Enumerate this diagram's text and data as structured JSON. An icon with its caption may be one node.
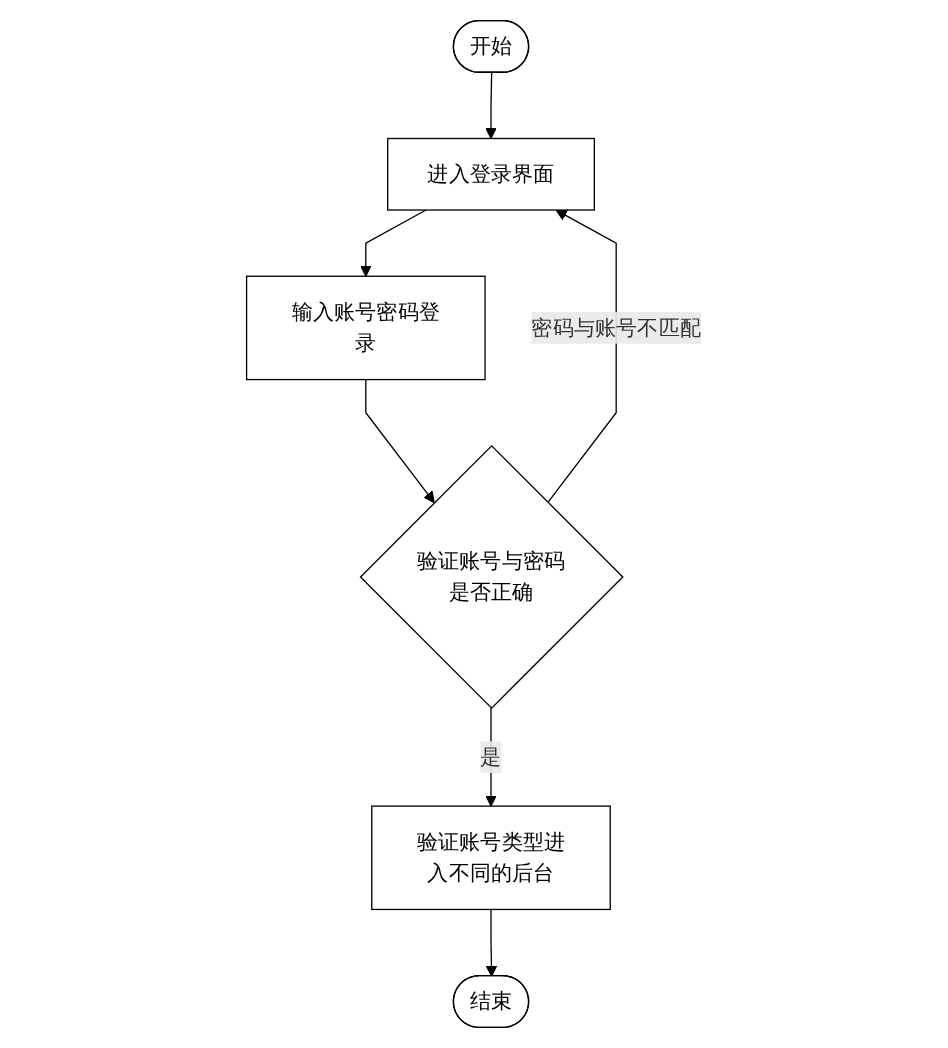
{
  "diagram": {
    "nodes": [
      {
        "text": [
          "开始"
        ]
      },
      {
        "text": [
          "进入登录界面"
        ]
      },
      {
        "text": [
          "输入账号密码登录"
        ]
      },
      {
        "text": [
          "验证账号与密码是否正确"
        ]
      },
      {
        "text": [
          "验证账号类型进入不同的后台"
        ]
      },
      {
        "text": [
          "结束"
        ]
      }
    ],
    "edges": [
      {
        "from": 0,
        "to": 1,
        "arrow": "to"
      },
      {
        "from": 1,
        "to": 2,
        "arrow": "to"
      },
      {
        "from": 2,
        "to": 3,
        "arrow": "to"
      },
      {
        "from": 3,
        "to": 1,
        "arrow": "to",
        "label": "密码与账号不匹配"
      },
      {
        "from": 3,
        "to": 4,
        "arrow": "to",
        "label": "是"
      },
      {
        "from": 4,
        "to": 5,
        "arrow": "to"
      }
    ]
  }
}
